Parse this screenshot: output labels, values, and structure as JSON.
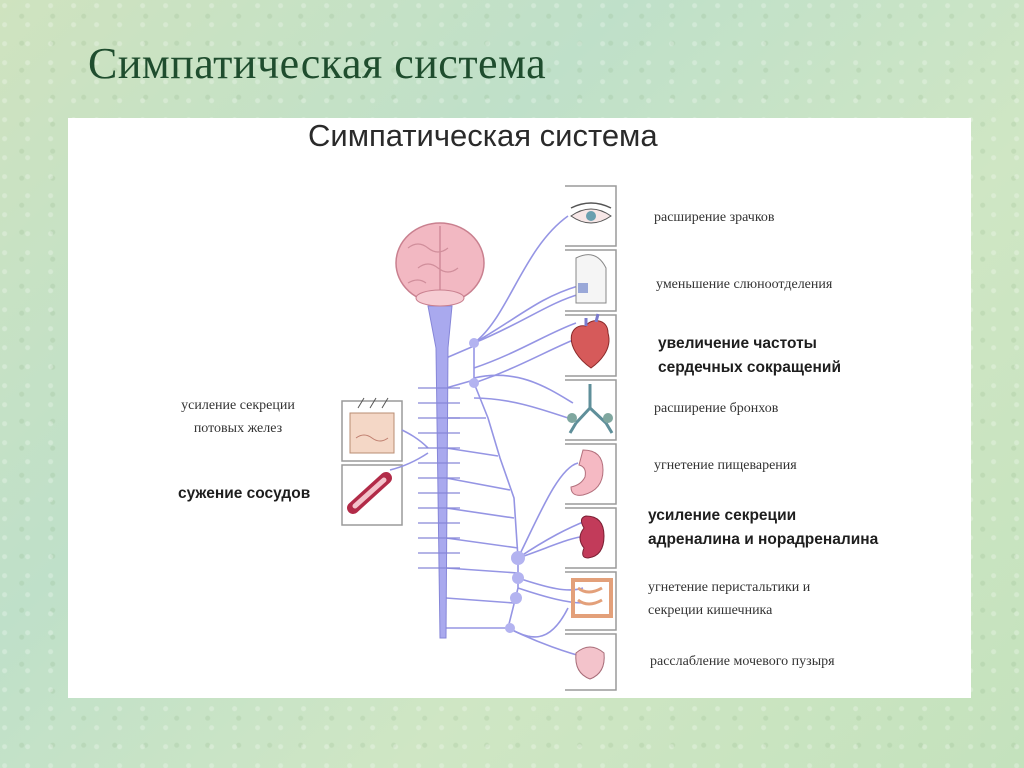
{
  "slide": {
    "title": "Симпатическая система"
  },
  "diagram": {
    "title": "Симпатическая система",
    "effects_right": [
      {
        "text": "расширение зрачков",
        "organ_icon": "eye-icon"
      },
      {
        "text": "уменьшение слюноотделения",
        "organ_icon": "salivary-gland-icon"
      },
      {
        "text": "увеличение частоты\nсердечных сокращений",
        "organ_icon": "heart-icon"
      },
      {
        "text": "расширение бронхов",
        "organ_icon": "bronchi-icon"
      },
      {
        "text": "угнетение пищеварения",
        "organ_icon": "stomach-icon"
      },
      {
        "text": "усиление секреции\nадреналина и норадреналина",
        "organ_icon": "adrenal-kidney-icon"
      },
      {
        "text": "угнетение перистальтики и\nсекреции кишечника",
        "organ_icon": "intestine-icon"
      },
      {
        "text": "расслабление мочевого пузыря",
        "organ_icon": "bladder-icon"
      }
    ],
    "effects_left": [
      {
        "text": "усиление секреции\nпотовых желез",
        "organ_icon": "skin-sweat-gland-icon"
      },
      {
        "text": "сужение сосудов",
        "organ_icon": "blood-vessel-icon"
      }
    ],
    "colors": {
      "nerve": "#8f8fe0",
      "spinal_cord": "#a9a9ee",
      "brain": "#f2b8c2",
      "title_green": "#1f4d2e"
    }
  }
}
